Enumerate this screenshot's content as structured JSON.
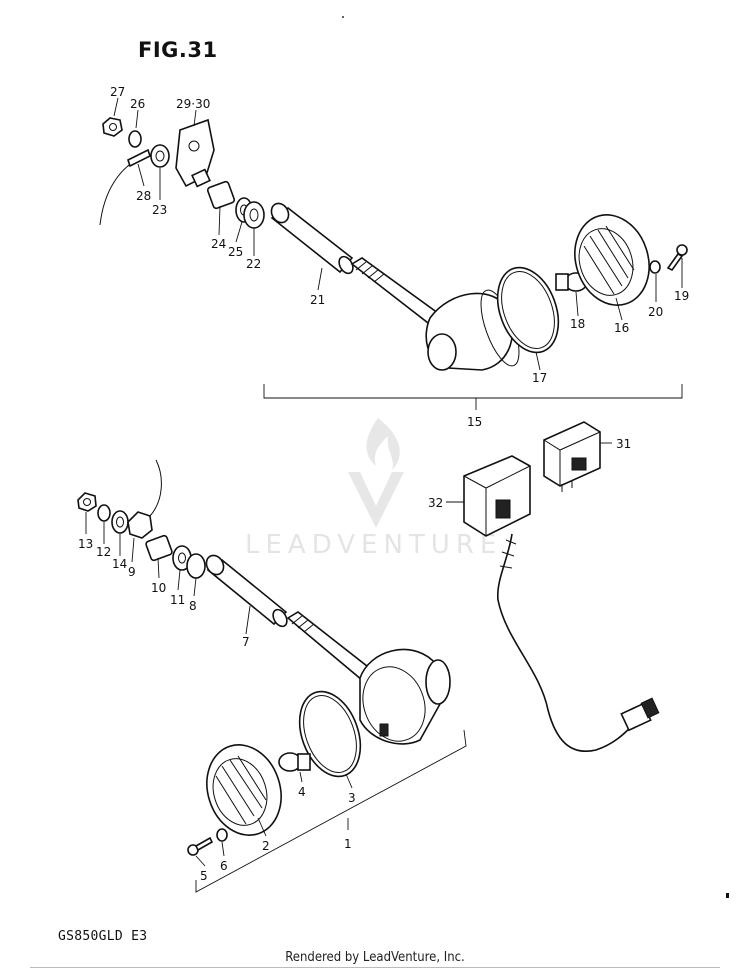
{
  "figure": {
    "title": "FIG.31",
    "model_code": "GS850GLD  E3"
  },
  "footer": "Rendered by LeadVenture, Inc.",
  "watermark": {
    "text": "LEADVENTURE",
    "logo": "leadventure-flame-logo"
  },
  "callouts": [
    "1",
    "2",
    "3",
    "4",
    "5",
    "6",
    "7",
    "8",
    "9",
    "10",
    "11",
    "12",
    "13",
    "14",
    "15",
    "16",
    "17",
    "18",
    "19",
    "20",
    "21",
    "22",
    "23",
    "24",
    "25",
    "26",
    "27",
    "28",
    "29·30",
    "31",
    "32"
  ]
}
